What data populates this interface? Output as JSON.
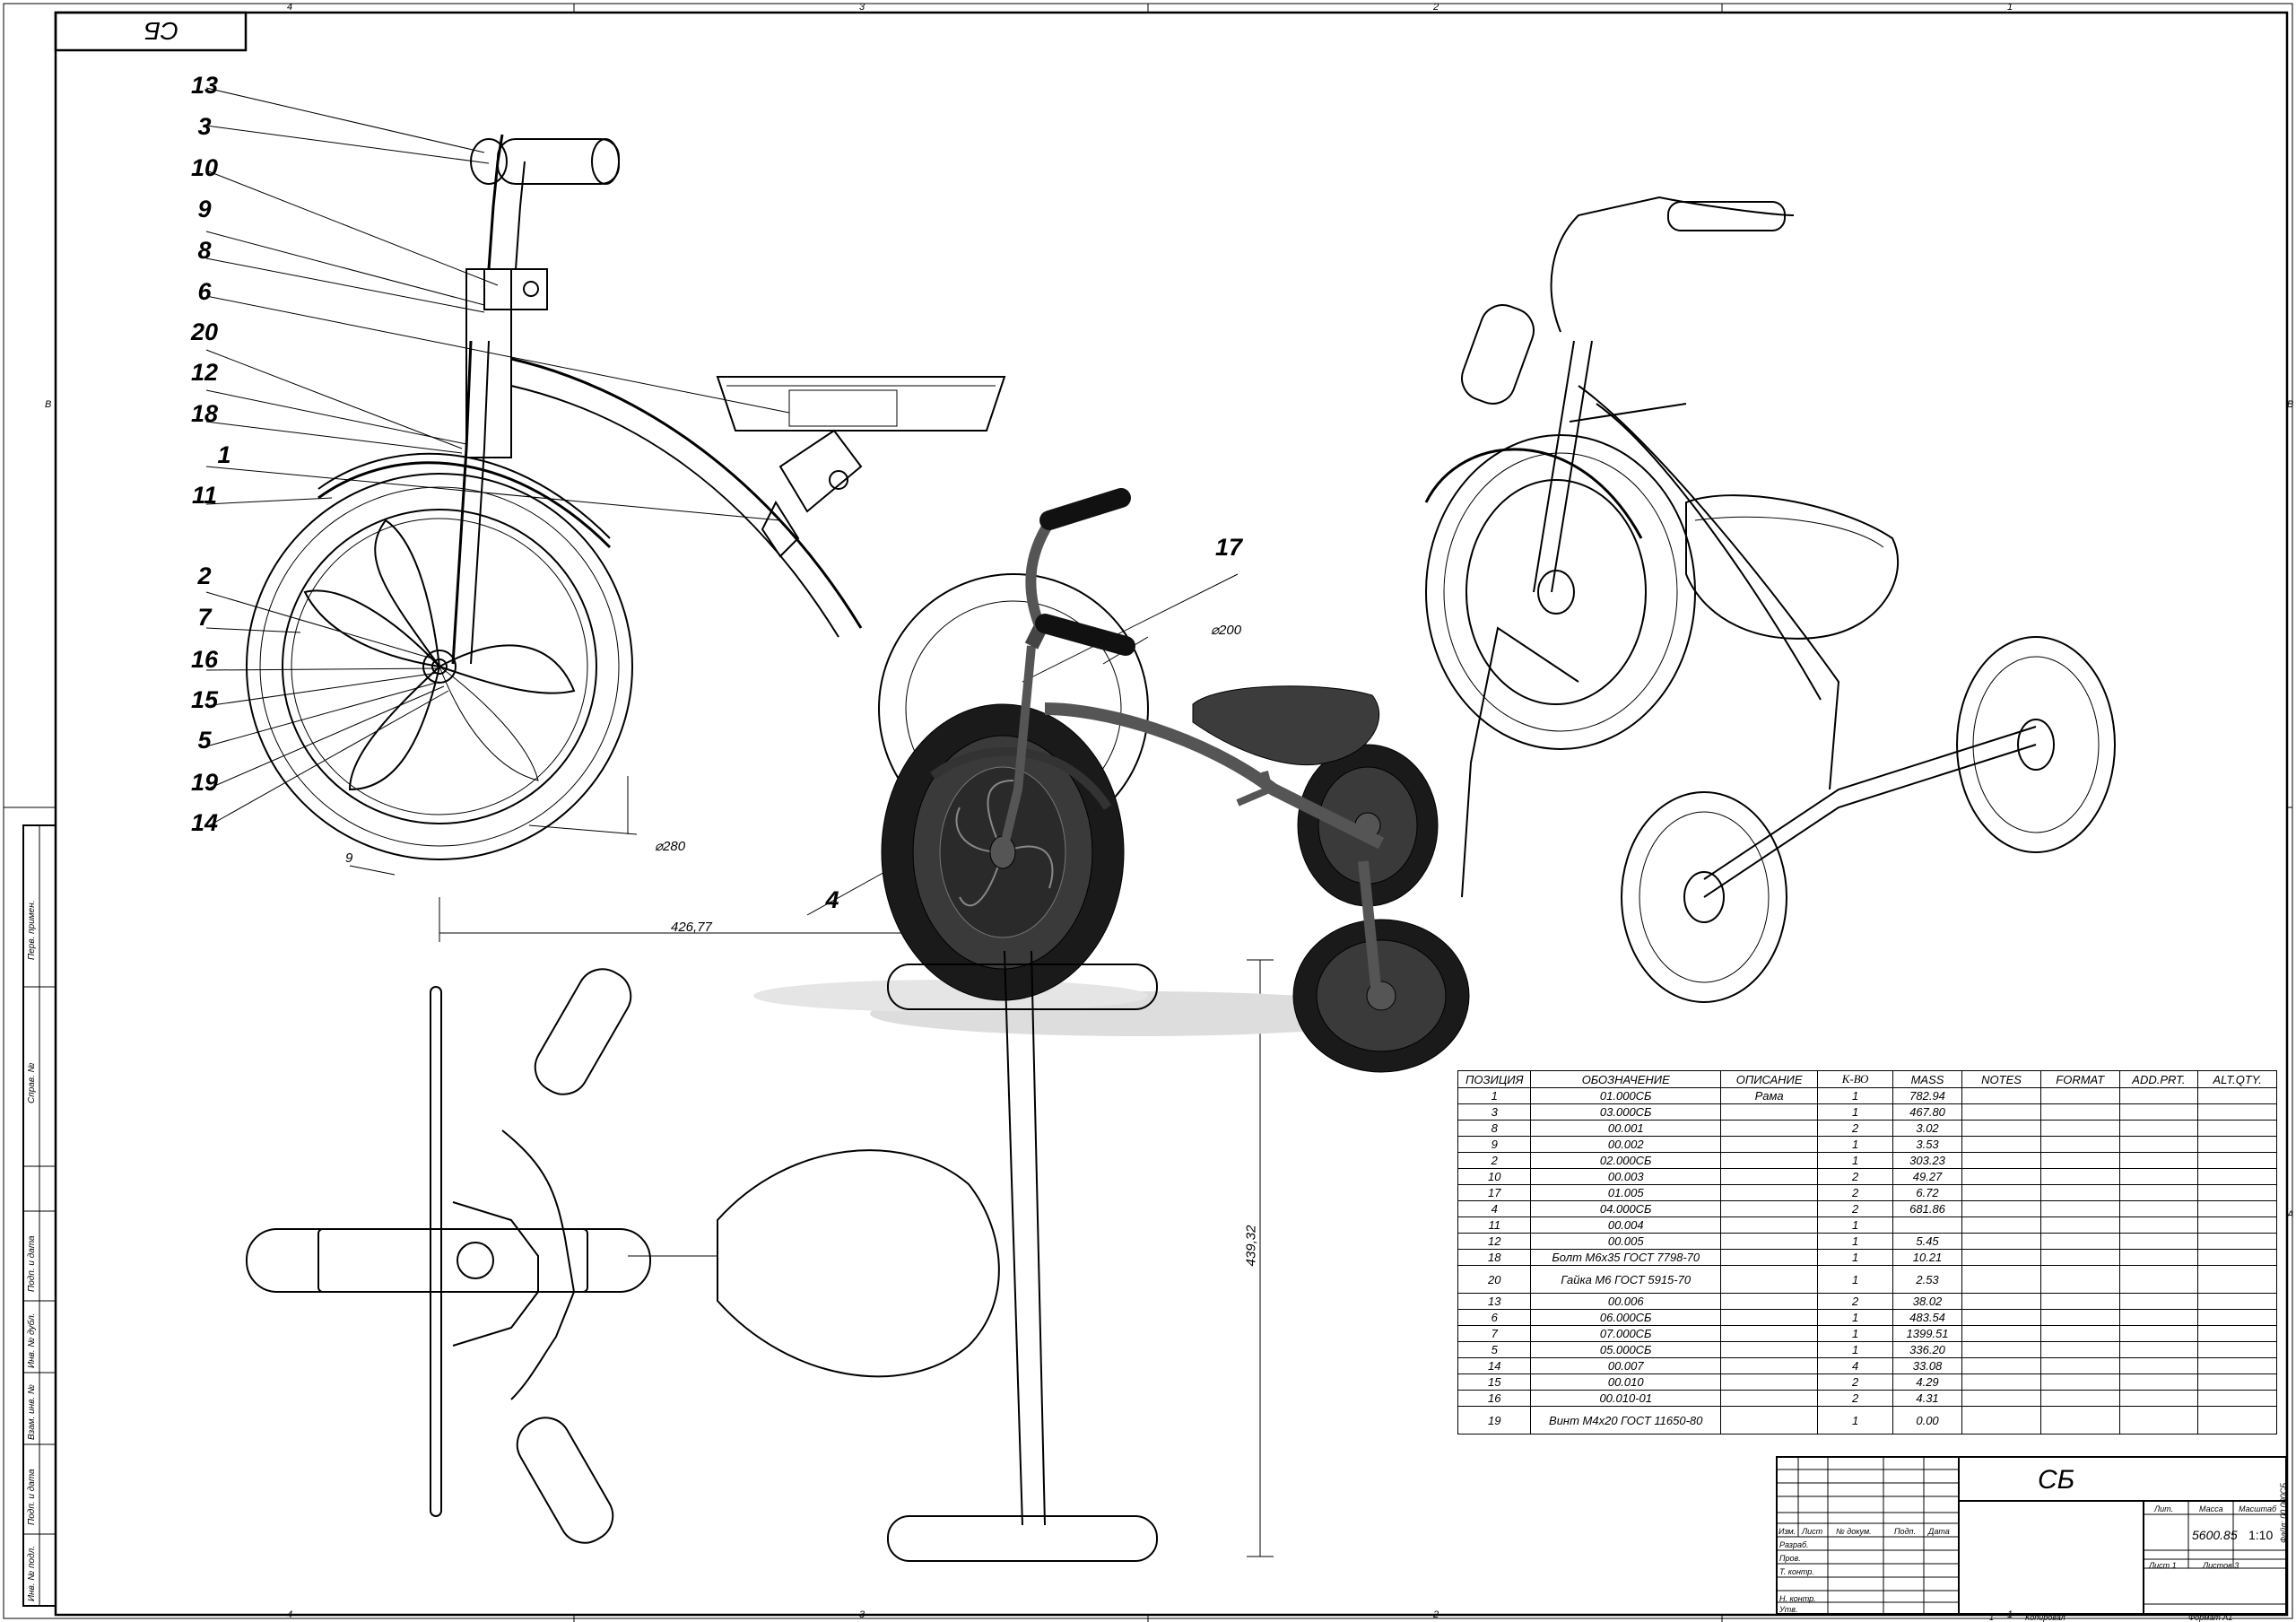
{
  "corner_stamp": "СБ",
  "zones": {
    "top": [
      "4",
      "3",
      "2",
      "1"
    ],
    "bottom": [
      "4",
      "3",
      "2",
      "1"
    ],
    "left": [
      "B"
    ],
    "right": [
      "B",
      "A"
    ]
  },
  "callouts": [
    "13",
    "3",
    "10",
    "9",
    "8",
    "6",
    "20",
    "12",
    "18",
    "1",
    "11",
    "2",
    "7",
    "16",
    "15",
    "5",
    "19",
    "14",
    "4",
    "17"
  ],
  "dimensions": {
    "wheel_front": "⌀280",
    "wheel_rear": "⌀200",
    "offset": "9",
    "length": "426,77",
    "height": "439,32"
  },
  "bom": {
    "headers": [
      "ПОЗИЦИЯ",
      "ОБОЗНАЧЕНИЕ",
      "ОПИСАНИЕ",
      "К-ВО",
      "MASS",
      "NOTES",
      "FORMAT",
      "ADD.PRT.",
      "ALT.QTY."
    ],
    "rows": [
      [
        "1",
        "01.000СБ",
        "Рама",
        "1",
        "782.94"
      ],
      [
        "3",
        "03.000СБ",
        "",
        "1",
        "467.80"
      ],
      [
        "8",
        "00.001",
        "",
        "2",
        "3.02"
      ],
      [
        "9",
        "00.002",
        "",
        "1",
        "3.53"
      ],
      [
        "2",
        "02.000СБ",
        "",
        "1",
        "303.23"
      ],
      [
        "10",
        "00.003",
        "",
        "2",
        "49.27"
      ],
      [
        "17",
        "01.005",
        "",
        "2",
        "6.72"
      ],
      [
        "4",
        "04.000СБ",
        "",
        "2",
        "681.86"
      ],
      [
        "11",
        "00.004",
        "",
        "1",
        ""
      ],
      [
        "12",
        "00.005",
        "",
        "1",
        "5.45"
      ],
      [
        "18",
        "Болт М6х35 ГОСТ 7798-70",
        "",
        "1",
        "10.21"
      ],
      [
        "20",
        "Гайка М6 ГОСТ 5915-70",
        "",
        "1",
        "2.53"
      ],
      [
        "13",
        "00.006",
        "",
        "2",
        "38.02"
      ],
      [
        "6",
        "06.000СБ",
        "",
        "1",
        "483.54"
      ],
      [
        "7",
        "07.000СБ",
        "",
        "1",
        "1399.51"
      ],
      [
        "5",
        "05.000СБ",
        "",
        "1",
        "336.20"
      ],
      [
        "14",
        "00.007",
        "",
        "4",
        "33.08"
      ],
      [
        "15",
        "00.010",
        "",
        "2",
        "4.29"
      ],
      [
        "16",
        "00.010-01",
        "",
        "2",
        "4.31"
      ],
      [
        "19",
        "Винт М4х20 ГОСТ 11650-80",
        "",
        "1",
        "0.00"
      ]
    ]
  },
  "title_block": {
    "designation": "СБ",
    "lit_label": "Лит.",
    "mass_label": "Масса",
    "scale_label": "Масштаб",
    "mass": "5600.85",
    "scale": "1:10",
    "sheet_label": "Лист 1",
    "sheets_label": "Листов 3",
    "rows": [
      "Изм.",
      "Лист",
      "№ докум.",
      "Подп.",
      "Дата"
    ],
    "roles": [
      "Разраб.",
      "Пров.",
      "Т. контр.",
      "Н. контр.",
      "Утв."
    ],
    "copied": "Копировал",
    "format": "Формат А1",
    "num": "1",
    "file": "Файл: 00.000СБ"
  },
  "side_block": [
    "Перв. примен.",
    "Справ. №",
    "Подп. и дата",
    "Инв. № дубл.",
    "Взам. инв. №",
    "Подп. и дата",
    "Инв. № подл."
  ]
}
